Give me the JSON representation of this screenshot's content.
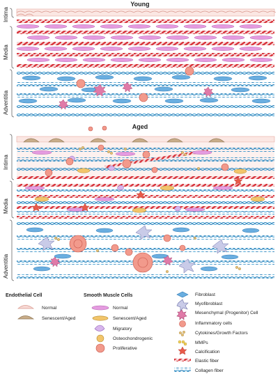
{
  "diagram": {
    "young_title": "Young",
    "aged_title": "Aged",
    "layers": {
      "intima": "Intima",
      "media": "Media",
      "adventitia": "Adventitia"
    }
  },
  "legend": {
    "endothelial": {
      "heading": "Endothelial Cell",
      "items": [
        "Normal",
        "Senescent/Aged"
      ]
    },
    "smooth_muscle": {
      "heading": "Smooth Muscle Cells",
      "items": [
        "Normal",
        "Senescent/Aged",
        "Migratory",
        "Osteochondrogenic",
        "Proliferative"
      ]
    },
    "other": {
      "items": [
        "Fibroblast",
        "Myofibroblast",
        "Mesenchymal (Progenitor) Cell",
        "Inflammatory cells",
        "Cytokines/Growth Factors",
        "MMPs",
        "Calcification",
        "Elastic fiber",
        "Collagen fiber"
      ]
    }
  },
  "colors": {
    "endothelial_normal": "#f7d9d4",
    "endothelial_aged": "#c9ad8a",
    "smc_normal": "#e59be0",
    "smc_aged": "#f2c56b",
    "fibroblast": "#6aaee0",
    "myofibroblast": "#c9cbe8",
    "mesenchymal": "#e07aa8",
    "inflammatory": "#f29a8c",
    "cytokine": "#e6c27a",
    "mmp": "#f2d15a",
    "calcification": "#e85a4a",
    "elastic": "#d8323a",
    "collagen": "#4ba6d6"
  }
}
